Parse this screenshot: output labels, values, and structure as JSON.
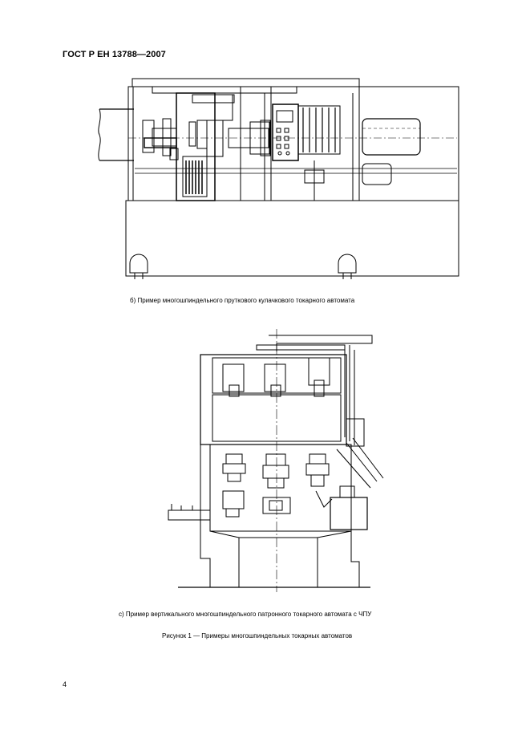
{
  "header": {
    "standard_id": "ГОСТ Р ЕН 13788—2007"
  },
  "figures": {
    "b_caption": "б)  Пример многошпиндельного пруткового кулачкового токарного автомата",
    "c_caption": "с)  Пример вертикального многошпиндельного патронного токарного автомата с ЧПУ",
    "figure_title": "Рисунок 1 — Примеры многошпиндельных токарных автоматов"
  },
  "footer": {
    "page_number": "4"
  }
}
